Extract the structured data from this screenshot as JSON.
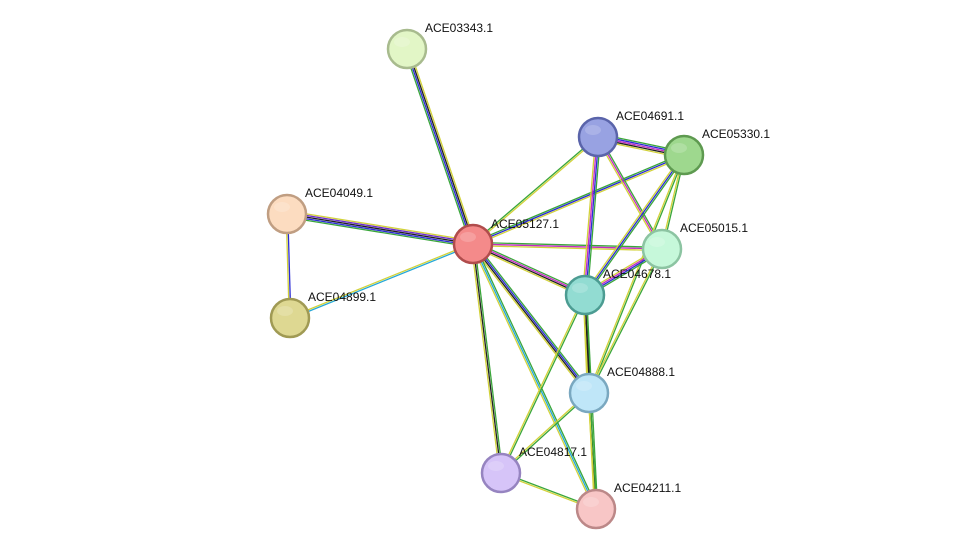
{
  "network": {
    "nodes": [
      {
        "id": "ACE03343.1",
        "label": "ACE03343.1",
        "color": "#e2f6c6",
        "stroke": "#a8bb8e"
      },
      {
        "id": "ACE04691.1",
        "label": "ACE04691.1",
        "color": "#98a2e2",
        "stroke": "#5a64aa"
      },
      {
        "id": "ACE05330.1",
        "label": "ACE05330.1",
        "color": "#9ed88e",
        "stroke": "#5e9a50"
      },
      {
        "id": "ACE04049.1",
        "label": "ACE04049.1",
        "color": "#fcdcc0",
        "stroke": "#c09e82"
      },
      {
        "id": "ACE05127.1",
        "label": "ACE05127.1",
        "color": "#f48a8a",
        "stroke": "#b04c4c"
      },
      {
        "id": "ACE05015.1",
        "label": "ACE05015.1",
        "color": "#c6f8da",
        "stroke": "#8cc4a2"
      },
      {
        "id": "ACE04678.1",
        "label": "ACE04678.1",
        "color": "#92dcd2",
        "stroke": "#4c9c92"
      },
      {
        "id": "ACE04899.1",
        "label": "ACE04899.1",
        "color": "#ded892",
        "stroke": "#a09a54"
      },
      {
        "id": "ACE04888.1",
        "label": "ACE04888.1",
        "color": "#bfe6f8",
        "stroke": "#7aa8c0"
      },
      {
        "id": "ACE04817.1",
        "label": "ACE04817.1",
        "color": "#d6c4f8",
        "stroke": "#9684c0"
      },
      {
        "id": "ACE04211.1",
        "label": "ACE04211.1",
        "color": "#f8c6c6",
        "stroke": "#bc8888"
      }
    ],
    "edges": [
      {
        "source": "ACE05127.1",
        "target": "ACE03343.1",
        "channels": [
          "#3aa63a",
          "#2b2bd6",
          "#202020",
          "#d2d23a"
        ]
      },
      {
        "source": "ACE05127.1",
        "target": "ACE04049.1",
        "channels": [
          "#3aa63a",
          "#2b2bd6",
          "#202020",
          "#6a2ad0",
          "#d2d23a"
        ]
      },
      {
        "source": "ACE05127.1",
        "target": "ACE04899.1",
        "channels": [
          "#26a8d8",
          "#d2d23a"
        ]
      },
      {
        "source": "ACE04049.1",
        "target": "ACE04899.1",
        "channels": [
          "#2b2bd6",
          "#d2d23a"
        ]
      },
      {
        "source": "ACE05127.1",
        "target": "ACE04691.1",
        "channels": [
          "#3aa63a",
          "#d2d23a"
        ]
      },
      {
        "source": "ACE05127.1",
        "target": "ACE05330.1",
        "channels": [
          "#3aa63a",
          "#2b2bd6",
          "#d2d23a"
        ]
      },
      {
        "source": "ACE05127.1",
        "target": "ACE05015.1",
        "channels": [
          "#3aa63a",
          "#c42ac4",
          "#d2d23a"
        ]
      },
      {
        "source": "ACE05127.1",
        "target": "ACE04678.1",
        "channels": [
          "#3aa63a",
          "#c42ac4",
          "#202020",
          "#d2d23a"
        ]
      },
      {
        "source": "ACE05127.1",
        "target": "ACE04888.1",
        "channels": [
          "#3aa63a",
          "#2b2bd6",
          "#202020",
          "#d2d23a"
        ]
      },
      {
        "source": "ACE05127.1",
        "target": "ACE04817.1",
        "channels": [
          "#3aa63a",
          "#202020",
          "#d2d23a"
        ]
      },
      {
        "source": "ACE05127.1",
        "target": "ACE04211.1",
        "channels": [
          "#3aa63a",
          "#26a8d8",
          "#d2d23a"
        ]
      },
      {
        "source": "ACE04691.1",
        "target": "ACE05330.1",
        "channels": [
          "#3aa63a",
          "#2b2bd6",
          "#c42ac4",
          "#202020",
          "#d2d23a"
        ]
      },
      {
        "source": "ACE04691.1",
        "target": "ACE05015.1",
        "channels": [
          "#3aa63a",
          "#c42ac4",
          "#d2d23a"
        ]
      },
      {
        "source": "ACE04691.1",
        "target": "ACE04678.1",
        "channels": [
          "#3aa63a",
          "#2b2bd6",
          "#c42ac4",
          "#d2d23a"
        ]
      },
      {
        "source": "ACE05330.1",
        "target": "ACE05015.1",
        "channels": [
          "#3aa63a",
          "#d2d23a"
        ]
      },
      {
        "source": "ACE05330.1",
        "target": "ACE04678.1",
        "channels": [
          "#3aa63a",
          "#2b2bd6",
          "#d2d23a"
        ]
      },
      {
        "source": "ACE05330.1",
        "target": "ACE04888.1",
        "channels": [
          "#3aa63a",
          "#d2d23a"
        ]
      },
      {
        "source": "ACE05015.1",
        "target": "ACE04678.1",
        "channels": [
          "#3aa63a",
          "#2b2bd6",
          "#c42ac4",
          "#d2d23a"
        ]
      },
      {
        "source": "ACE05015.1",
        "target": "ACE04888.1",
        "channels": [
          "#3aa63a",
          "#d2d23a"
        ]
      },
      {
        "source": "ACE04678.1",
        "target": "ACE04888.1",
        "channels": [
          "#3aa63a",
          "#202020",
          "#d2d23a"
        ]
      },
      {
        "source": "ACE04678.1",
        "target": "ACE04211.1",
        "channels": [
          "#3aa63a",
          "#202020",
          "#d2d23a"
        ]
      },
      {
        "source": "ACE04678.1",
        "target": "ACE04817.1",
        "channels": [
          "#3aa63a",
          "#d2d23a"
        ]
      },
      {
        "source": "ACE04888.1",
        "target": "ACE04211.1",
        "channels": [
          "#3aa63a",
          "#d2d23a"
        ]
      },
      {
        "source": "ACE04888.1",
        "target": "ACE04817.1",
        "channels": [
          "#3aa63a",
          "#d2d23a"
        ]
      },
      {
        "source": "ACE04817.1",
        "target": "ACE04211.1",
        "channels": [
          "#3aa63a",
          "#d2d23a"
        ]
      }
    ]
  }
}
